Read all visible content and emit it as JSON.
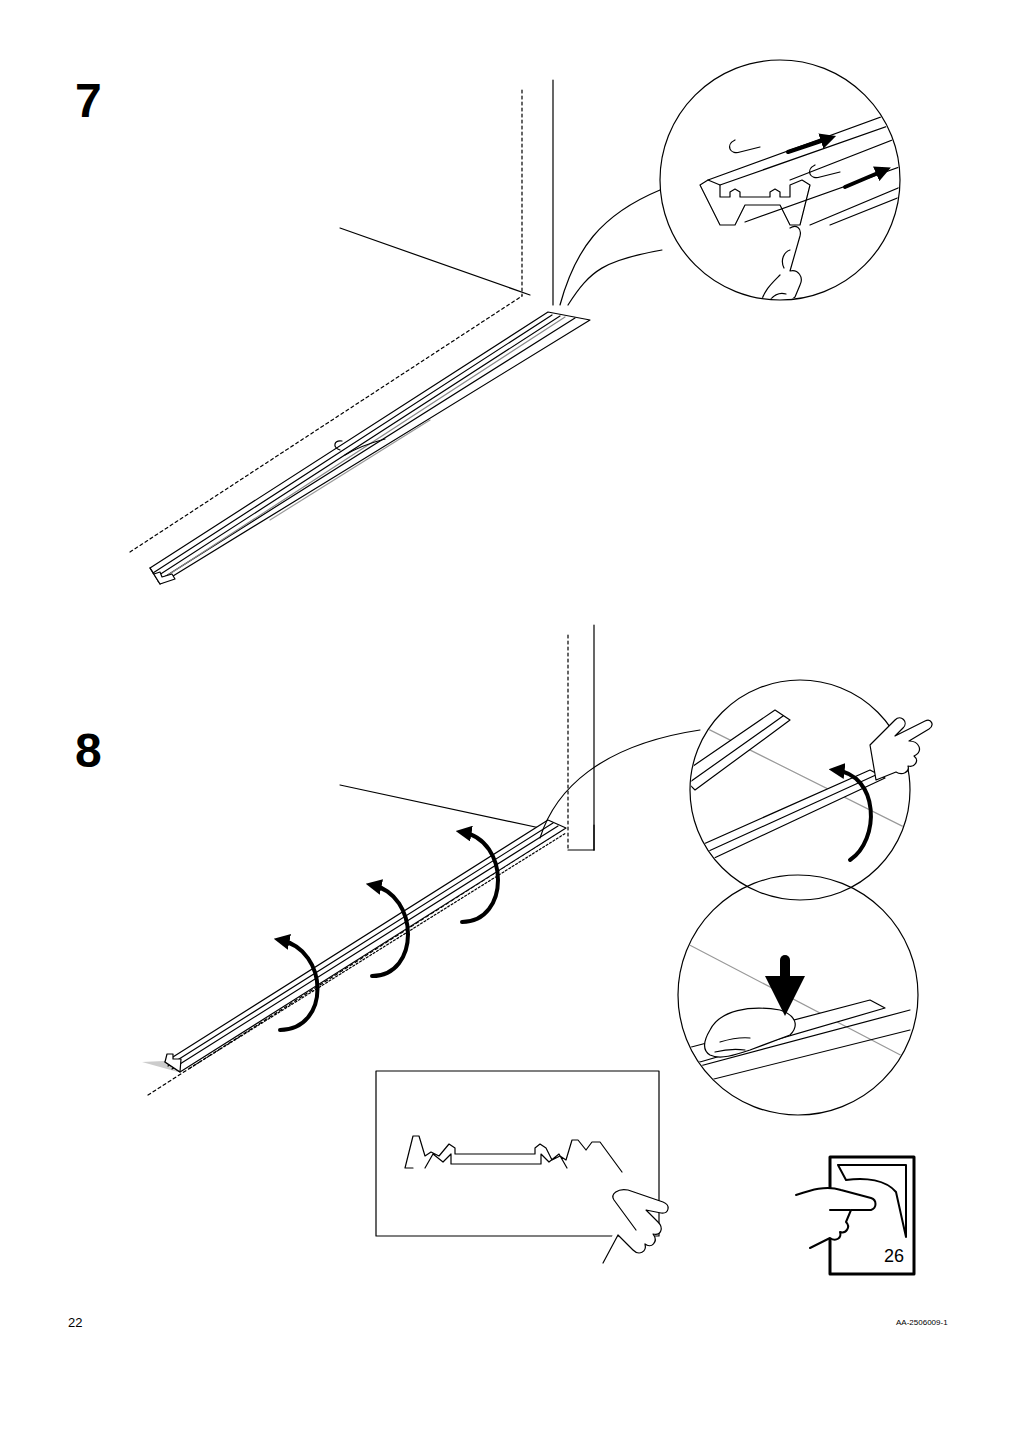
{
  "diagram": {
    "labels": [
      "7",
      "8",
      "26",
      "22",
      "AA-2506009-1"
    ]
  }
}
